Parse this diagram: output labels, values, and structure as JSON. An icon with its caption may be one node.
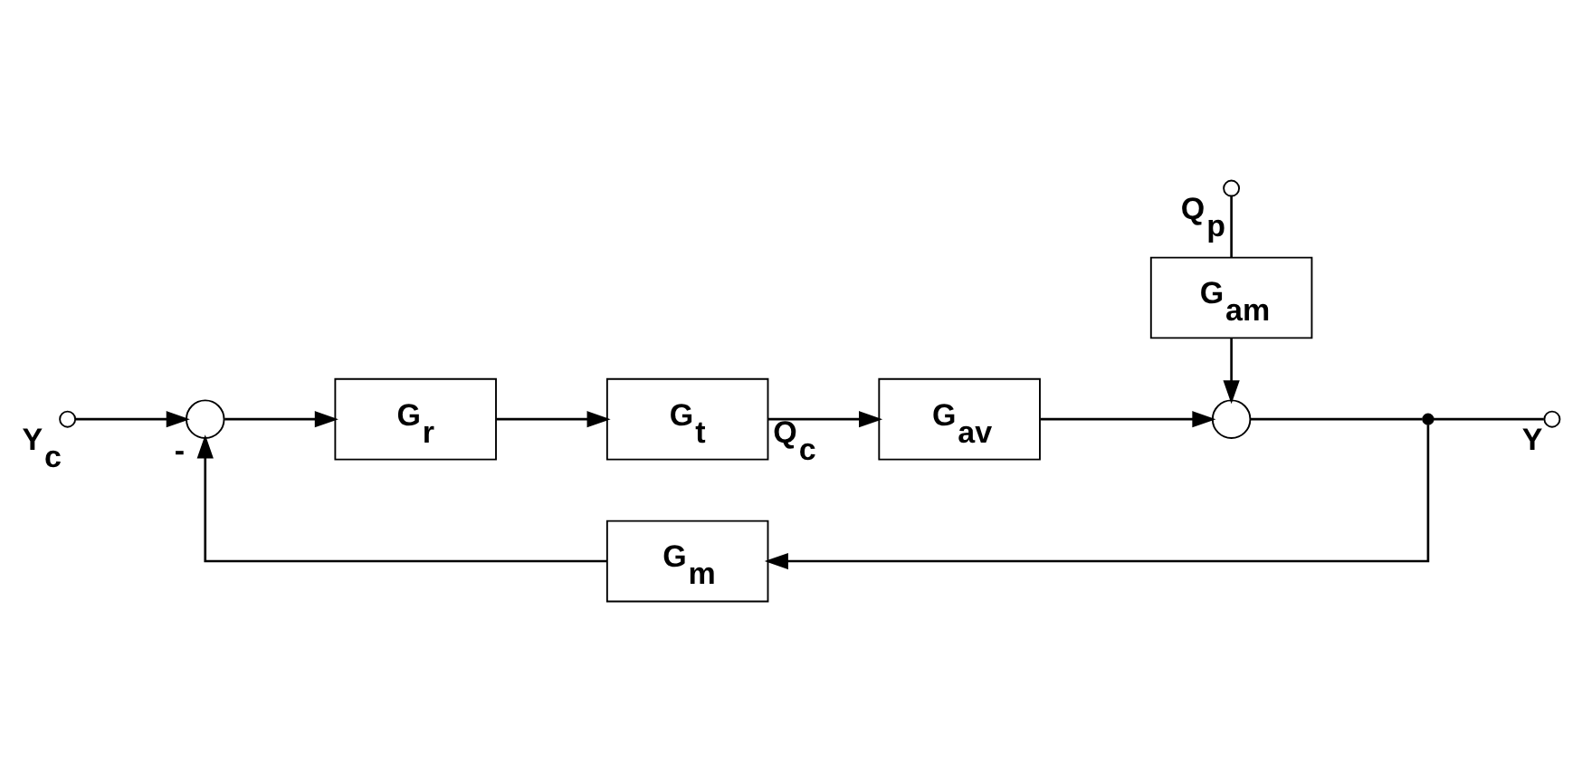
{
  "diagram": {
    "nodes": [
      {
        "text": [],
        "shape": "circle",
        "beside": [
          "Q$_{p}$"
        ]
      },
      {
        "text": [
          "G$_{am}$"
        ]
      },
      {
        "text": [],
        "shape": "circle",
        "beside": [
          "Y$_{c}$"
        ]
      },
      {
        "text": [],
        "shape": "circle",
        "beside": [
          "-"
        ]
      },
      {
        "text": [
          "G$_{r}$"
        ]
      },
      {
        "text": [
          "G$_{t}$"
        ]
      },
      {
        "text": [
          "G$_{av}$"
        ]
      },
      {
        "text": [],
        "shape": "circle"
      },
      {
        "text": [],
        "shape": "circle"
      },
      {
        "text": [],
        "shape": "circle",
        "beside": [
          "Y"
        ]
      },
      {
        "text": [
          "G$_{m}$"
        ]
      }
    ],
    "edges": [
      {
        "from": 0,
        "to": 1,
        "arrow": "none"
      },
      {
        "from": 1,
        "to": 7,
        "arrow": "to"
      },
      {
        "from": 2,
        "to": 3,
        "arrow": "to"
      },
      {
        "from": 3,
        "to": 4,
        "arrow": "to"
      },
      {
        "from": 4,
        "to": 5,
        "arrow": "to"
      },
      {
        "from": 5,
        "to": 6,
        "arrow": "to",
        "label": "Q$_{c}$"
      },
      {
        "from": 6,
        "to": 7,
        "arrow": "to"
      },
      {
        "from": 7,
        "to": 8,
        "arrow": "none"
      },
      {
        "from": 8,
        "to": 9,
        "arrow": "none"
      },
      {
        "from": 8,
        "to": 10,
        "arrow": "to"
      },
      {
        "from": 10,
        "to": 3,
        "arrow": "to"
      }
    ]
  }
}
